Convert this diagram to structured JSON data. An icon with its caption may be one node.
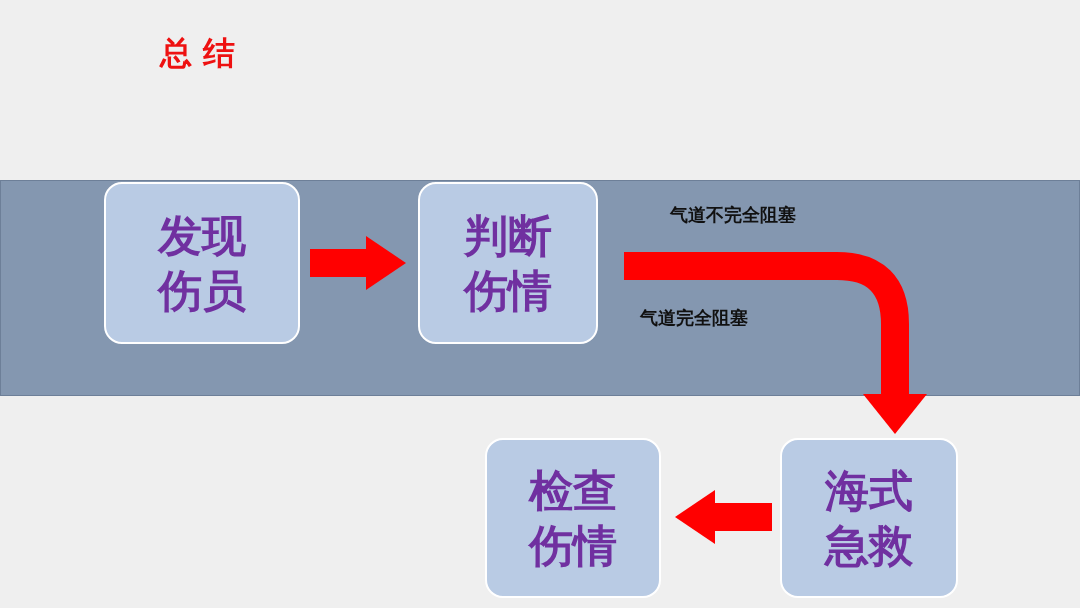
{
  "diagram": {
    "title": "总 结",
    "nodes": [
      {
        "text": [
          "发现伤员"
        ]
      },
      {
        "text": [
          "判断伤情"
        ]
      },
      {
        "text": [
          "海式急救"
        ]
      },
      {
        "text": [
          "检查伤情"
        ]
      }
    ],
    "edges": [
      {
        "from": 0,
        "to": 1,
        "arrow": "to"
      },
      {
        "from": 1,
        "to": 2,
        "arrow": "to"
      },
      {
        "from": 2,
        "to": 3,
        "arrow": "to"
      }
    ],
    "labels": [
      "气道不完全阻塞",
      "气道完全阻塞"
    ]
  }
}
